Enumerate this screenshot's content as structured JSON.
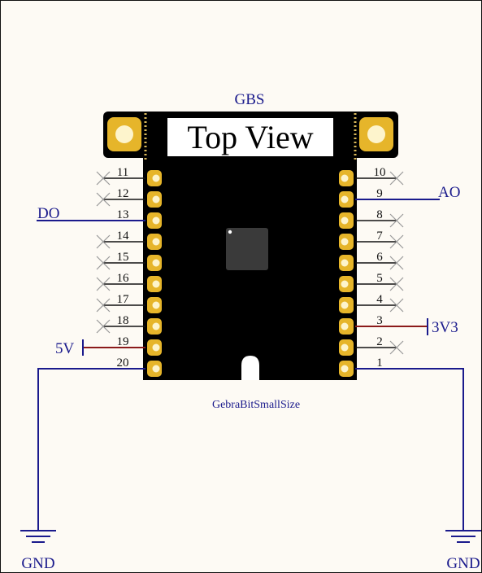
{
  "designator": "GBS",
  "component_name": "GebraBitSmallSize",
  "board": {
    "top_view_label": "Top View"
  },
  "pins": {
    "left": [
      "11",
      "12",
      "13",
      "14",
      "15",
      "16",
      "17",
      "18",
      "19",
      "20"
    ],
    "right": [
      "10",
      "9",
      "8",
      "7",
      "6",
      "5",
      "4",
      "3",
      "2",
      "1"
    ]
  },
  "nets": {
    "do": "DO",
    "ao": "AO",
    "v5": "5V",
    "v3v3": "3V3",
    "gnd_left": "GND",
    "gnd_right": "GND"
  },
  "no_connect_left": [
    "11",
    "12",
    "14",
    "15",
    "16",
    "17",
    "18"
  ],
  "no_connect_right": [
    "10",
    "8",
    "7",
    "6",
    "5",
    "4",
    "2"
  ],
  "colors": {
    "board": "#000000",
    "pad_gold": "#e6b52a",
    "pad_hole": "#fdf4cc",
    "wire_blue": "#1a1a8c",
    "chip": "#3a3a3a",
    "nc_cross": "#999999"
  }
}
